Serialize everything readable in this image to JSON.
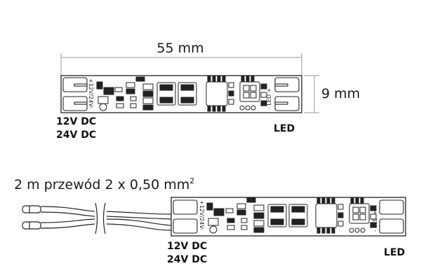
{
  "top_module": {
    "length_label": "55 mm",
    "width_label": "9 mm",
    "input_label_1": "12V DC",
    "input_label_2": "24V DC",
    "output_label": "LED",
    "pcb_input_text": "+12V/24V-",
    "pcb_output_text": "- LED +"
  },
  "bottom_module": {
    "cable_label": "2 m przewód 2 x 0,50 mm",
    "cable_label_sup": "2",
    "input_label_1": "12V DC",
    "input_label_2": "24V DC",
    "output_label": "LED",
    "pcb_input_text": "+12V/24V-",
    "pcb_output_text": "- LED +"
  }
}
